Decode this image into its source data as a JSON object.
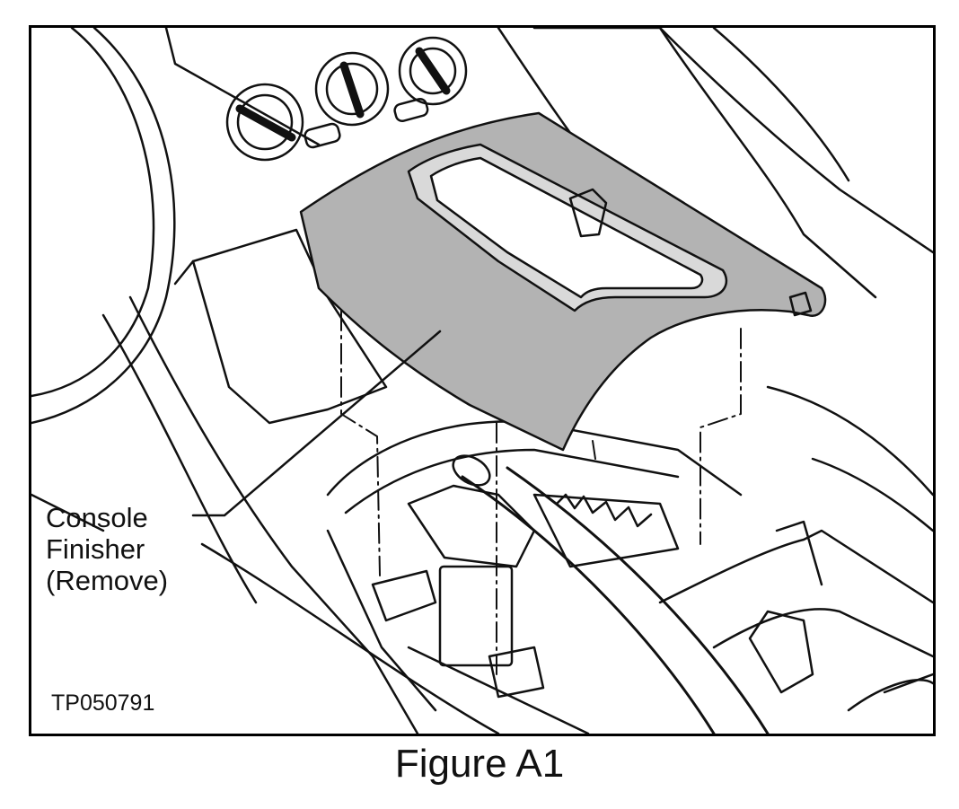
{
  "callout": {
    "line1": "Console",
    "line2": "Finisher",
    "line3": "(Remove)"
  },
  "reference_code": "TP050791",
  "caption": "Figure A1",
  "colors": {
    "finisher_fill": "#b3b3b3",
    "line": "#111111",
    "frame": "#000000"
  }
}
